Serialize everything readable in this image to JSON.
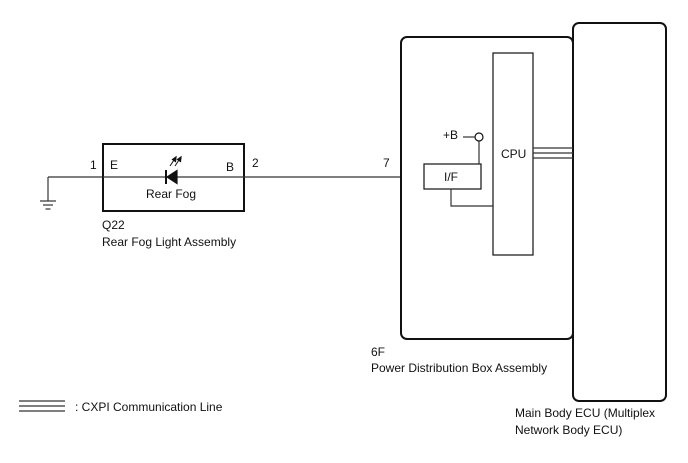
{
  "rear_fog_assembly": {
    "pin_e_number": "1",
    "pin_e_label": "E",
    "pin_b_label": "B",
    "pin_b_number": "2",
    "lamp_label": "Rear Fog",
    "connector_code": "Q22",
    "assembly_name": "Rear Fog Light Assembly"
  },
  "power_distribution_box": {
    "pin_number": "7",
    "supply_label": "+B",
    "interface_label": "I/F",
    "cpu_label": "CPU",
    "connector_code": "6F",
    "assembly_name": "Power Distribution Box Assembly"
  },
  "main_body_ecu": {
    "name_line1": "Main Body ECU (Multiplex",
    "name_line2": "Network Body ECU)"
  },
  "legend": {
    "cxpi_label": ": CXPI Communication Line"
  }
}
